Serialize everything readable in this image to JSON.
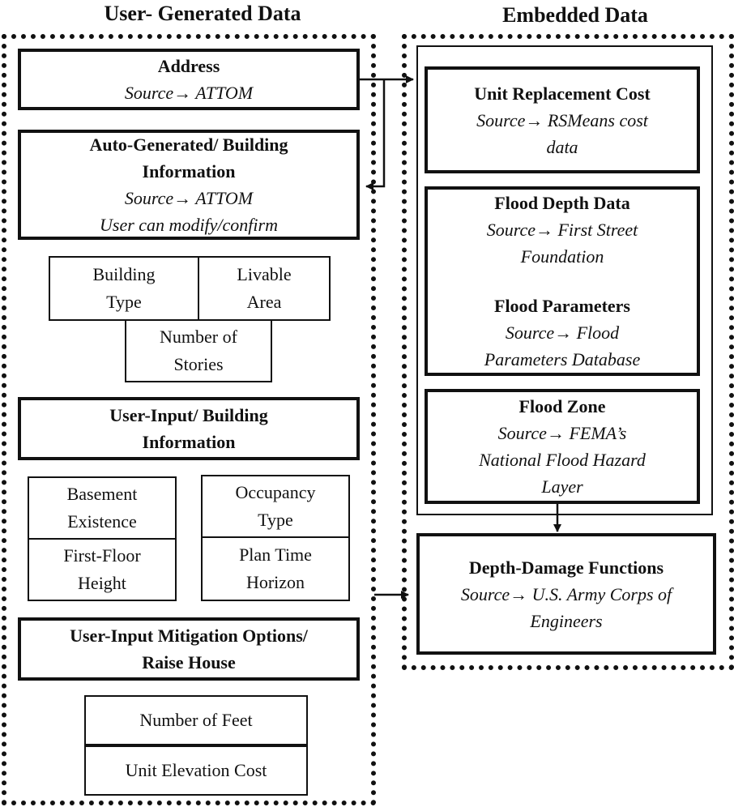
{
  "left_column": {
    "title": "User- Generated Data",
    "address": {
      "title": "Address",
      "source": "Source→ ATTOM"
    },
    "auto_generated": {
      "title_line1": "Auto-Generated/ Building",
      "title_line2": "Information",
      "source": "Source→ ATTOM",
      "note": "User can modify/confirm"
    },
    "building_type": {
      "line1": "Building",
      "line2": "Type"
    },
    "livable_area": {
      "line1": "Livable",
      "line2": "Area"
    },
    "number_of_stories": {
      "line1": "Number of",
      "line2": "Stories"
    },
    "user_input_building": {
      "title_line1": "User-Input/ Building",
      "title_line2": "Information"
    },
    "basement_existence": {
      "line1": "Basement",
      "line2": "Existence"
    },
    "occupancy_type": {
      "line1": "Occupancy",
      "line2": "Type"
    },
    "first_floor_height": {
      "line1": "First-Floor",
      "line2": "Height"
    },
    "plan_time_horizon": {
      "line1": "Plan Time",
      "line2": "Horizon"
    },
    "mitigation": {
      "title_line1": "User-Input Mitigation Options/",
      "title_line2": "Raise House"
    },
    "number_of_feet": "Number of Feet",
    "unit_elevation_cost": "Unit Elevation Cost"
  },
  "right_column": {
    "title": "Embedded Data",
    "unit_replacement": {
      "title": "Unit Replacement Cost",
      "source_line1": "Source→ RSMeans cost",
      "source_line2": "data"
    },
    "flood_depth": {
      "title": "Flood Depth Data",
      "source_line1": "Source→ First Street",
      "source_line2": "Foundation"
    },
    "flood_parameters": {
      "title": "Flood Parameters",
      "source_line1": "Source→ Flood",
      "source_line2": "Parameters Database"
    },
    "flood_zone": {
      "title": "Flood Zone",
      "source_line1": "Source→ FEMA’s",
      "source_line2": "National Flood Hazard",
      "source_line3": "Layer"
    },
    "depth_damage": {
      "title": "Depth-Damage Functions",
      "source_line1": "Source→ U.S. Army Corps of",
      "source_line2": "Engineers"
    }
  }
}
